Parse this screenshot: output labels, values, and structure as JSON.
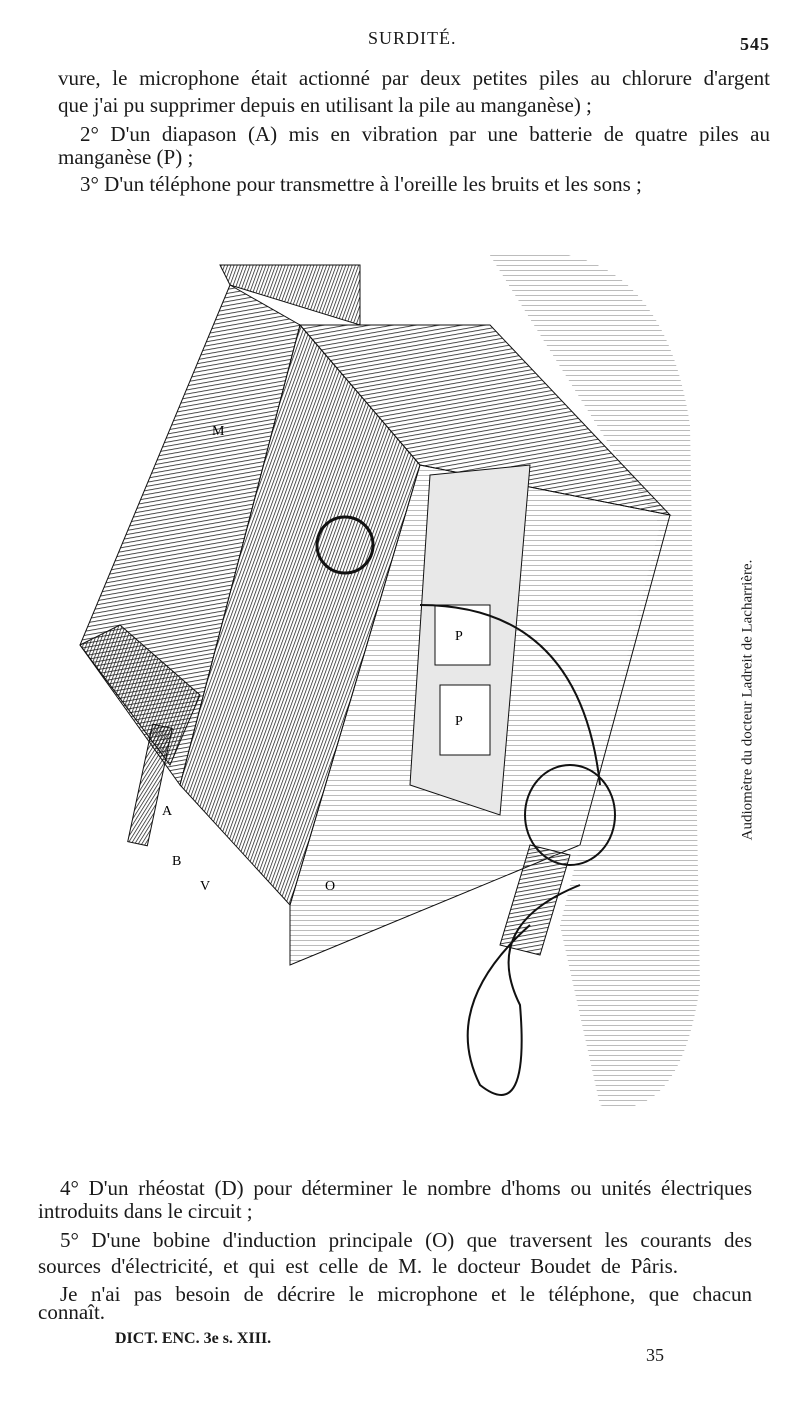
{
  "header": {
    "running_title": "SURDITÉ.",
    "page_number": "545"
  },
  "top_text": [
    "vure, le microphone était actionné par deux petites piles au chlorure d'argent",
    "que j'ai pu supprimer depuis en utilisant la pile au manganèse) ;",
    "2° D'un diapason (A) mis en vibration par une batterie de quatre piles au",
    "manganèse (P) ;",
    "3° D'un téléphone pour transmettre à l'oreille les bruits et les sons ;"
  ],
  "figure": {
    "caption": "Audiomètre du docteur Ladreit de Lacharrière.",
    "labels": [
      "M",
      "A",
      "B",
      "V",
      "P",
      "P",
      "O"
    ]
  },
  "bottom_text": [
    "4° D'un rhéostat (D) pour déterminer le nombre d'homs ou unités électriques",
    "introduits dans le circuit ;",
    "5° D'une bobine d'induction principale (O) que traversent les courants des",
    "sources d'électricité, et qui est celle de M. le docteur Boudet de Pâris.",
    "Je n'ai pas besoin de décrire le microphone et le téléphone, que chacun",
    "connaît."
  ],
  "footer": {
    "signature": "DICT. ENC. 3e s. XIII.",
    "sheet_number": "35"
  }
}
